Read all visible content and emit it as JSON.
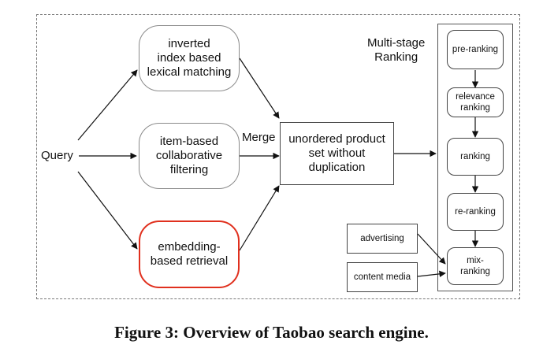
{
  "diagram": {
    "query_label": "Query",
    "merge_label": "Merge",
    "multistage_label": "Multi-stage\nRanking",
    "retrieval": {
      "inverted": "inverted\nindex based\nlexical matching",
      "collaborative": "item-based\ncollaborative\nfiltering",
      "embedding": "embedding-\nbased retrieval"
    },
    "unordered_set": "unordered product\nset without\nduplication",
    "ranking_stages": {
      "pre_ranking": "pre-ranking",
      "relevance_ranking": "relevance\nranking",
      "ranking": "ranking",
      "re_ranking": "re-ranking",
      "mix_ranking": "mix-\nranking"
    },
    "inputs": {
      "advertising": "advertising",
      "content_media": "content media"
    },
    "highlight_color": "#e0301e"
  },
  "caption": "Figure 3: Overview of Taobao search engine."
}
